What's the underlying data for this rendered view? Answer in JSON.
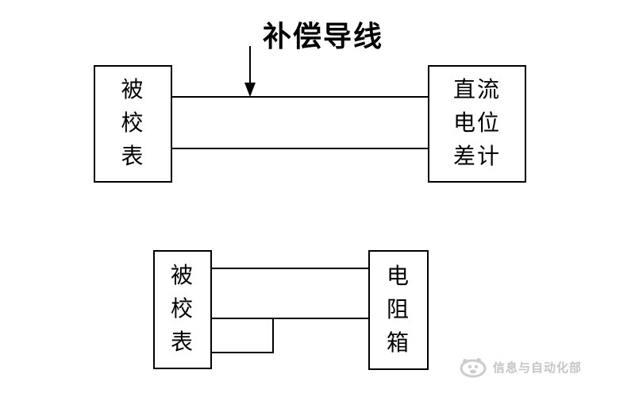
{
  "figure": {
    "background_color": "#ffffff",
    "line_color": "#000000"
  },
  "top_diagram": {
    "label": "补偿导线",
    "left_box": {
      "chars": [
        "被",
        "校",
        "表"
      ]
    },
    "right_box": {
      "rows": [
        "直流",
        "电位",
        "差计"
      ]
    }
  },
  "bottom_diagram": {
    "left_box": {
      "chars": [
        "被",
        "校",
        "表"
      ]
    },
    "right_box": {
      "chars": [
        "电",
        "阻",
        "箱"
      ]
    }
  },
  "watermark": {
    "text": "信息与自动化部",
    "color": "#c6c6c6",
    "icon": "logo-icon"
  }
}
